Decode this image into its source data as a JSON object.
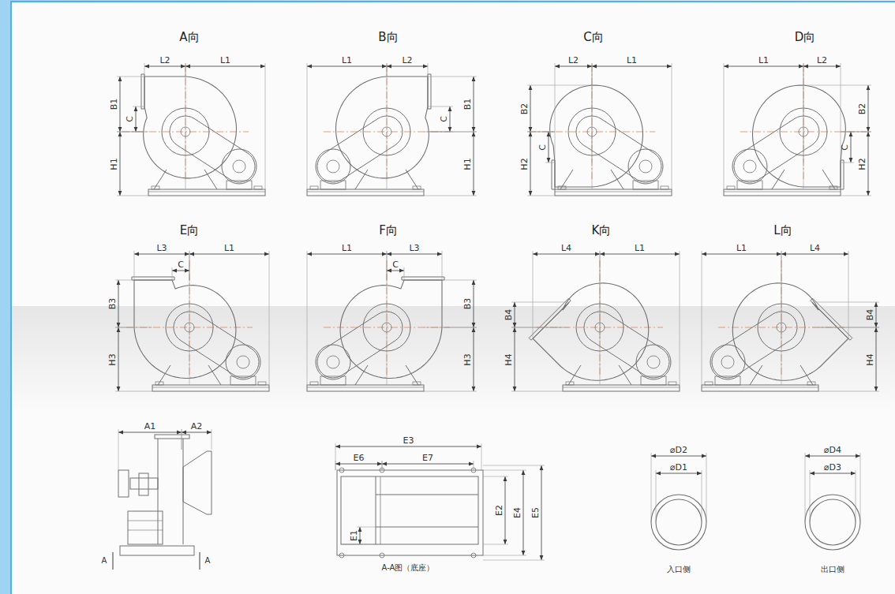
{
  "diagram": {
    "labels": [
      "A向",
      "L2",
      "L1",
      "B1",
      "C",
      "H1",
      "B向",
      "L1",
      "L2",
      "B1",
      "C",
      "H1",
      "C向",
      "L2",
      "L1",
      "B2",
      "C",
      "H2",
      "D向",
      "L1",
      "L2",
      "B2",
      "C",
      "H2",
      "E向",
      "L3",
      "L1",
      "C",
      "B3",
      "H3",
      "F向",
      "L1",
      "L3",
      "C",
      "B3",
      "H3",
      "K向",
      "L4",
      "L1",
      "B4",
      "H4",
      "L向",
      "L1",
      "L4",
      "B4",
      "H4",
      "A1",
      "A2",
      "A",
      "A",
      "E3",
      "E6",
      "E7",
      "E2",
      "E4",
      "E5",
      "E1",
      "A-A图（底座）",
      "⌀D2",
      "⌀D1",
      "入口侧",
      "⌀D4",
      "⌀D3",
      "出口侧"
    ]
  }
}
